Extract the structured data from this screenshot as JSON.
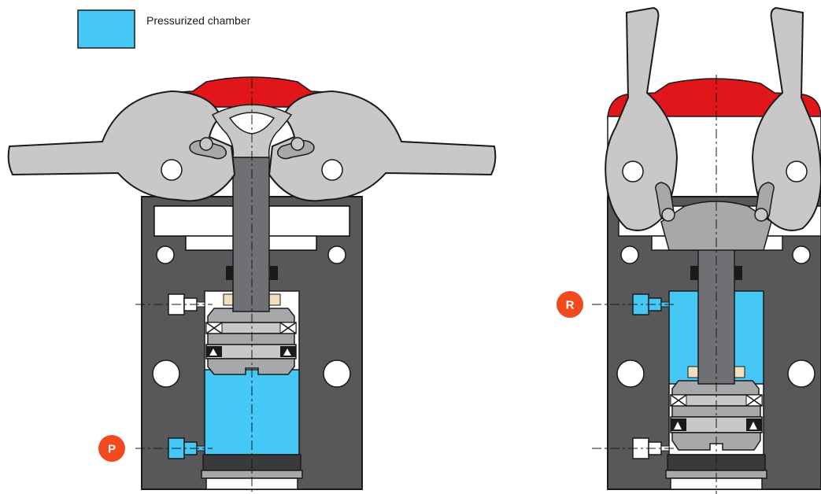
{
  "legend": {
    "label": "Pressurized chamber",
    "swatch_color": "#45c8f5"
  },
  "ports": {
    "p_label": "P",
    "r_label": "R",
    "badge_color": "#f04a1e"
  },
  "colors": {
    "housing": "#58585a",
    "parts_light": "#c8c8c9",
    "parts_mid": "#a7a8aa",
    "rod": "#6f7073",
    "seal_red": "#e0161b",
    "bushing": "#f3dec0",
    "pressure": "#45c8f5",
    "outline": "#1a1a1a"
  }
}
